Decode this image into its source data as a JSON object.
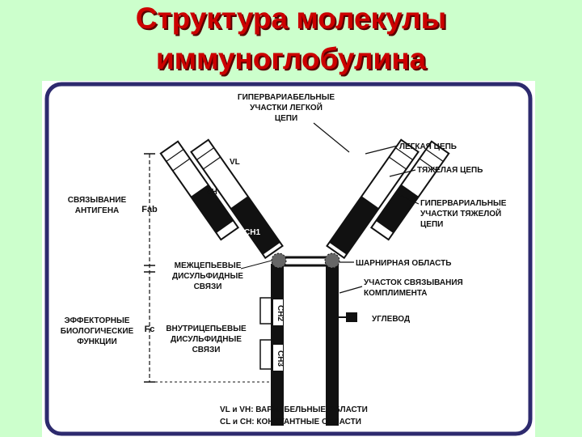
{
  "title": {
    "line1": "Структура молекулы",
    "line2": "иммуноглобулина"
  },
  "labels": {
    "hypervariable_light": [
      "ГИПЕРВАРИАБЕЛЬНЫЕ",
      "УЧАСТКИ ЛЕГКОЙ",
      "ЦЕПИ"
    ],
    "light_chain": "ЛЕГКАЯ ЦЕПЬ",
    "heavy_chain": "ТЯЖЕЛАЯ ЦЕПЬ",
    "hypervariable_heavy": [
      "ГИПЕРВАРИАЛЬНЫЕ",
      "УЧАСТКИ ТЯЖЕЛОЙ",
      "ЦЕПИ"
    ],
    "hinge": "ШАРНИРНАЯ ОБЛАСТЬ",
    "complement": [
      "УЧАСТОК СВЯЗЫВАНИЯ",
      "КОМПЛИМЕНТА"
    ],
    "carbohydrate": "УГЛЕВОД",
    "antigen_binding": [
      "СВЯЗЫВАНИЕ",
      "АНТИГЕНА"
    ],
    "fab": "Fab",
    "fc": "Fc",
    "interchain": [
      "МЕЖЦЕПЬЕВЫЕ",
      "ДИСУЛЬФИДНЫЕ",
      "СВЯЗИ"
    ],
    "effector": [
      "ЭФФЕКТОРНЫЕ",
      "БИОЛОГИЧЕСКИЕ",
      "ФУНКЦИИ"
    ],
    "intrachain": [
      "ВНУТРИЦЕПЬЕВЫЕ",
      "ДИСУЛЬФИДНЫЕ",
      "СВЯЗИ"
    ],
    "vl": "VL",
    "vh": "VH",
    "cl": "CL",
    "ch1": "CH1",
    "ch2": "CH2",
    "ch3": "CH3",
    "legend1": "VL и VH: ВАРИАБЕЛЬНЫЕ ОБЛАСТИ",
    "legend2": "CL и CH: КОНСТАНТНЫЕ ОБЛАСТИ"
  },
  "colors": {
    "background": "#ccffcc",
    "title": "#cc0000",
    "frame": "#2d2a6e",
    "ink": "#111111"
  }
}
